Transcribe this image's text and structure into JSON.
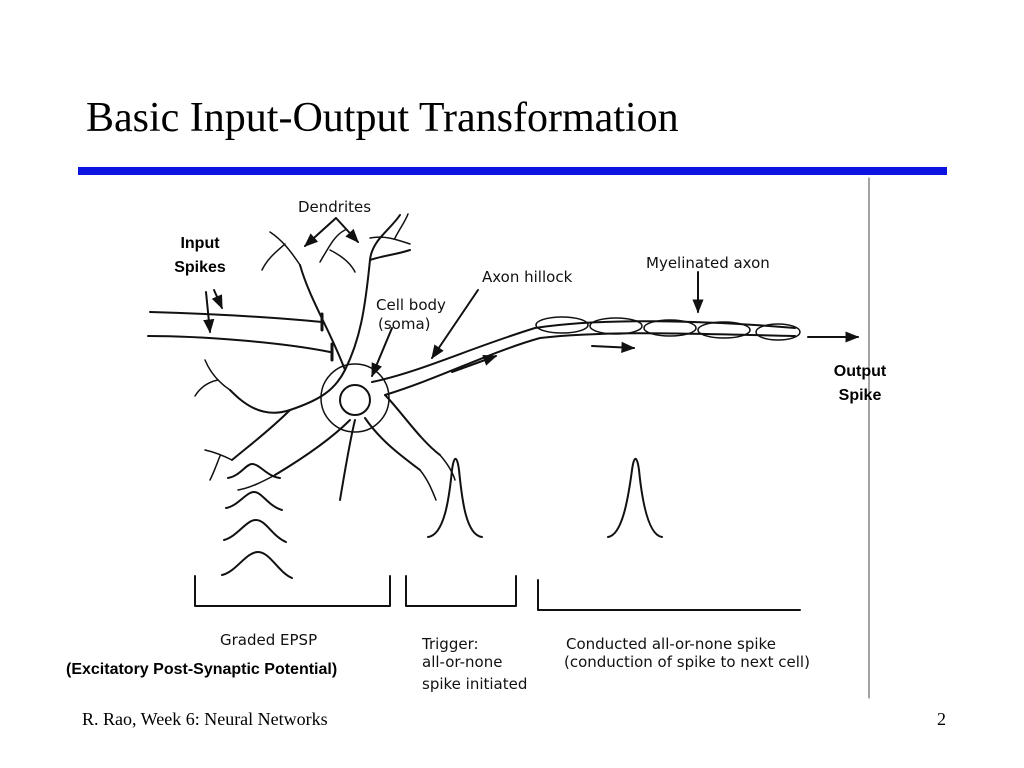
{
  "slide": {
    "title": "Basic Input-Output Transformation",
    "accent_color": "#0b14e0",
    "footer_left": "R. Rao, Week 6: Neural Networks",
    "page_number": "2"
  },
  "labels": {
    "input_spikes": [
      "Input",
      "Spikes"
    ],
    "output_spike": [
      "Output",
      "Spike"
    ],
    "epsp_full": "(Excitatory Post-Synaptic Potential)",
    "dendrites": "Dendrites",
    "cell_body": [
      "Cell body",
      "(soma)"
    ],
    "axon_hillock": "Axon hillock",
    "myelinated_axon": "Myelinated axon",
    "graded_epsp": "Graded EPSP",
    "trigger": [
      "Trigger:",
      "all-or-none",
      "spike initiated"
    ],
    "conducted": [
      "Conducted  all-or-none  spike",
      "(conduction of spike to next cell)"
    ]
  }
}
